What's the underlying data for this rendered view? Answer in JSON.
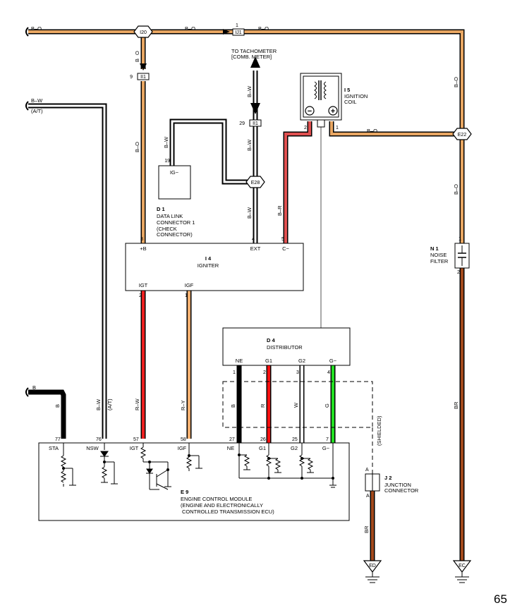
{
  "colors": {
    "B_O": "#e8a662",
    "B_R": "#e05050",
    "R_W": "#ee2020",
    "R_Y": "#f4b070",
    "BR": "#a34a1c",
    "R": "#ff1010",
    "G": "#22e022",
    "B": "#000000"
  },
  "wires": {
    "top_left_bo": "B–O",
    "top_mid_bo": "B–O",
    "top_right_bo": "B–O",
    "i20_down_o": "O",
    "i20_down_b": "B",
    "left_bo": "B–O",
    "bw_at": "B–W",
    "bw_at_sub": "(A/T)",
    "tach_bw": "B–W",
    "ii1_bw": "B–W",
    "e28_bw": "B–W",
    "dl_bw": "B–W",
    "coil_bo": "B–O",
    "br_coil": "B–R",
    "right_bo_upper": "B–O",
    "right_bo_lower": "B–O",
    "br_right": "BR",
    "b_wire": "B",
    "b_wire_v": "B",
    "nsw_bw": "B–W",
    "nsw_at": "(A/T)",
    "rw": "R–W",
    "ry": "R–Y",
    "ne_b": "B",
    "g1_r": "R",
    "g2_w": "W",
    "gm_g": "G",
    "shielded": "(SHIELDED)",
    "j2_br": "BR"
  },
  "connectors": {
    "i20": "I20",
    "ij1": "IJ1",
    "ij1_pin": "1",
    "ii1_left": "II1",
    "ii1_left_pin": "9",
    "ii1_mid": "II1",
    "ii1_mid_pin": "29",
    "e28": "E28",
    "e22": "E22",
    "ed": "ED",
    "ec": "EC"
  },
  "tachometer": {
    "line1": "TO TACHOMETER",
    "line2": "[COMB. METER]"
  },
  "ignition_coil": {
    "id": "I 5",
    "line1": "IGNITION",
    "line2": "COIL",
    "minus": "−",
    "plus": "+",
    "pin_left": "2",
    "pin_right": "1"
  },
  "data_link": {
    "pin": "19",
    "terminal": "IG−",
    "id": "D 1",
    "line1": "DATA LINK",
    "line2": "CONNECTOR 1",
    "line3": "(CHECK",
    "line4": "CONNECTOR)"
  },
  "igniter": {
    "id": "I 4",
    "name": "IGNITER",
    "pin_b": "3",
    "term_b": "+B",
    "pin_ext": "4",
    "term_ext": "EXT",
    "pin_c": "5",
    "term_c": "C−",
    "pin_igt": "2",
    "term_igt": "IGT",
    "pin_igf": "1",
    "term_igf": "IGF"
  },
  "noise_filter": {
    "id": "N 1",
    "line1": "NOISE",
    "line2": "FILTER",
    "pin_top": "1",
    "pin_bottom": "2"
  },
  "distributor": {
    "id": "D 4",
    "name": "DISTRIBUTOR",
    "t_ne": "NE",
    "t_g1": "G1",
    "t_g2": "G2",
    "t_gm": "G−",
    "p_ne": "1",
    "p_g1": "2",
    "p_g2": "3",
    "p_gm": "4"
  },
  "ecm": {
    "id": "E 9",
    "line1": "ENGINE CONTROL MODULE",
    "line2": "(ENGINE AND ELECTRONICALLY",
    "line3": "CONTROLLED TRANSMISSION ECU)",
    "p_sta": "77",
    "t_sta": "STA",
    "p_nsw": "76",
    "t_nsw": "NSW",
    "p_igt": "57",
    "t_igt": "IGT",
    "p_igf": "58",
    "t_igf": "IGF",
    "p_ne": "27",
    "t_ne": "NE",
    "p_g1": "26",
    "t_g1": "G1",
    "p_g2": "25",
    "t_g2": "G2",
    "p_gm": "7",
    "t_gm": "G−"
  },
  "junction": {
    "id": "J 2",
    "line1": "JUNCTION",
    "line2": "CONNECTOR",
    "pin_top": "A",
    "pin_bottom": "A"
  },
  "page": {
    "number": "65"
  }
}
